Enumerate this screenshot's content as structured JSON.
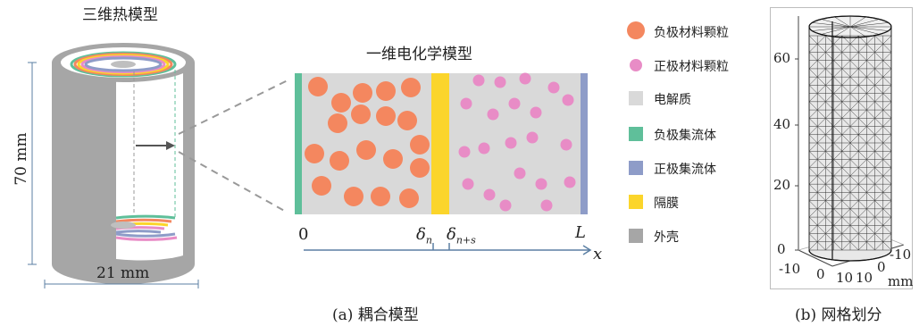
{
  "thermal_model": {
    "title": "三维热模型",
    "height_label": "70 mm",
    "diameter_label": "21 mm"
  },
  "electrochem_model": {
    "title": "一维电化学模型",
    "axis": {
      "tick_0": "0",
      "tick_delta_n": "δ",
      "tick_delta_n_sub": "n",
      "tick_delta_ns": "δ",
      "tick_delta_ns_sub": "n+s",
      "tick_L": "L",
      "axis_name": "x"
    }
  },
  "legend": {
    "items": [
      {
        "label": "负极材料颗粒",
        "color": "#f4875f",
        "shape": "circle-large"
      },
      {
        "label": "正极材料颗粒",
        "color": "#e88cc6",
        "shape": "circle-small"
      },
      {
        "label": "电解质",
        "color": "#d9d9d9",
        "shape": "square"
      },
      {
        "label": "负极集流体",
        "color": "#5fbf9a",
        "shape": "square"
      },
      {
        "label": "正极集流体",
        "color": "#8e9cc8",
        "shape": "square"
      },
      {
        "label": "隔膜",
        "color": "#fbd52b",
        "shape": "square"
      },
      {
        "label": "外壳",
        "color": "#a6a6a6",
        "shape": "square"
      }
    ]
  },
  "mesh_plot": {
    "z_ticks": [
      "0",
      "20",
      "40",
      "60"
    ],
    "x_ticks": [
      "-10",
      "0",
      "10"
    ],
    "y_ticks": [
      "10",
      "0",
      "-10"
    ],
    "unit": "mm"
  },
  "captions": {
    "a": "(a) 耦合模型",
    "b": "(b) 网格划分"
  }
}
